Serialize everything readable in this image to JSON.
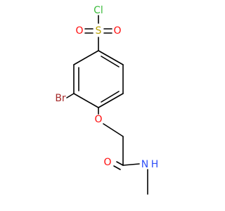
{
  "atoms": [
    {
      "id": "cl",
      "label": "Cl",
      "color": "#3dbb3d"
    },
    {
      "id": "s",
      "label": "S",
      "color": "#b8a000"
    },
    {
      "id": "o_s_left",
      "label": "O",
      "color": "#ff0d0d"
    },
    {
      "id": "o_s_right",
      "label": "O",
      "color": "#ff0d0d"
    },
    {
      "id": "br",
      "label": "Br",
      "color": "#a52a2a"
    },
    {
      "id": "o_ether",
      "label": "O",
      "color": "#ff0d0d"
    },
    {
      "id": "o_carbonyl",
      "label": "O",
      "color": "#ff0d0d"
    },
    {
      "id": "n",
      "label": "N",
      "color": "#3050f8"
    },
    {
      "id": "h",
      "label": "H",
      "color": "#3050f8"
    }
  ]
}
